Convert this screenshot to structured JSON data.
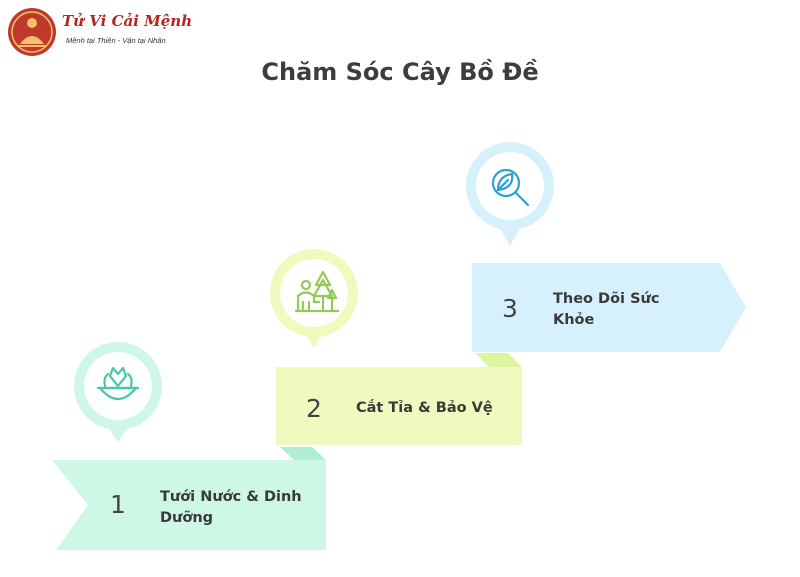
{
  "brand": {
    "name": "Tử Vi Cải Mệnh",
    "tagline": "Mệnh tại Thiên - Vận tại Nhân",
    "color": "#b3261e"
  },
  "title": "Chăm Sóc Cây Bồ Đề",
  "steps": [
    {
      "number": "1",
      "label": "Tưới Nước & Dinh Dưỡng",
      "icon": "plant-in-bowl-icon",
      "color": "#cef7e6",
      "accent": "#46c9a2"
    },
    {
      "number": "2",
      "label": "Cắt Tỉa & Bảo Vệ",
      "icon": "gardener-with-trees-icon",
      "color": "#eefabe",
      "accent": "#93c955"
    },
    {
      "number": "3",
      "label": "Theo Dõi Sức Khỏe",
      "icon": "magnifier-leaf-icon",
      "color": "#d7f1fc",
      "accent": "#31a0cf"
    }
  ]
}
